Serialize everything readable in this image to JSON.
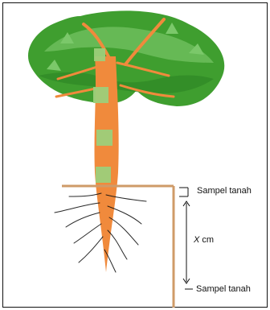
{
  "colors": {
    "foliage": "#3f9e2f",
    "foliage_light": "#7bc86a",
    "trunk": "#f08a3c",
    "trunk_sample": "#9ccf7a",
    "root": "#d8772b",
    "soil_line": "#cf9b68",
    "frame": "#111111"
  },
  "labels": {
    "sample_top": "Sampel tanah",
    "sample_bottom": "Sampel tanah",
    "distance_variable": "X",
    "distance_unit": " cm"
  }
}
